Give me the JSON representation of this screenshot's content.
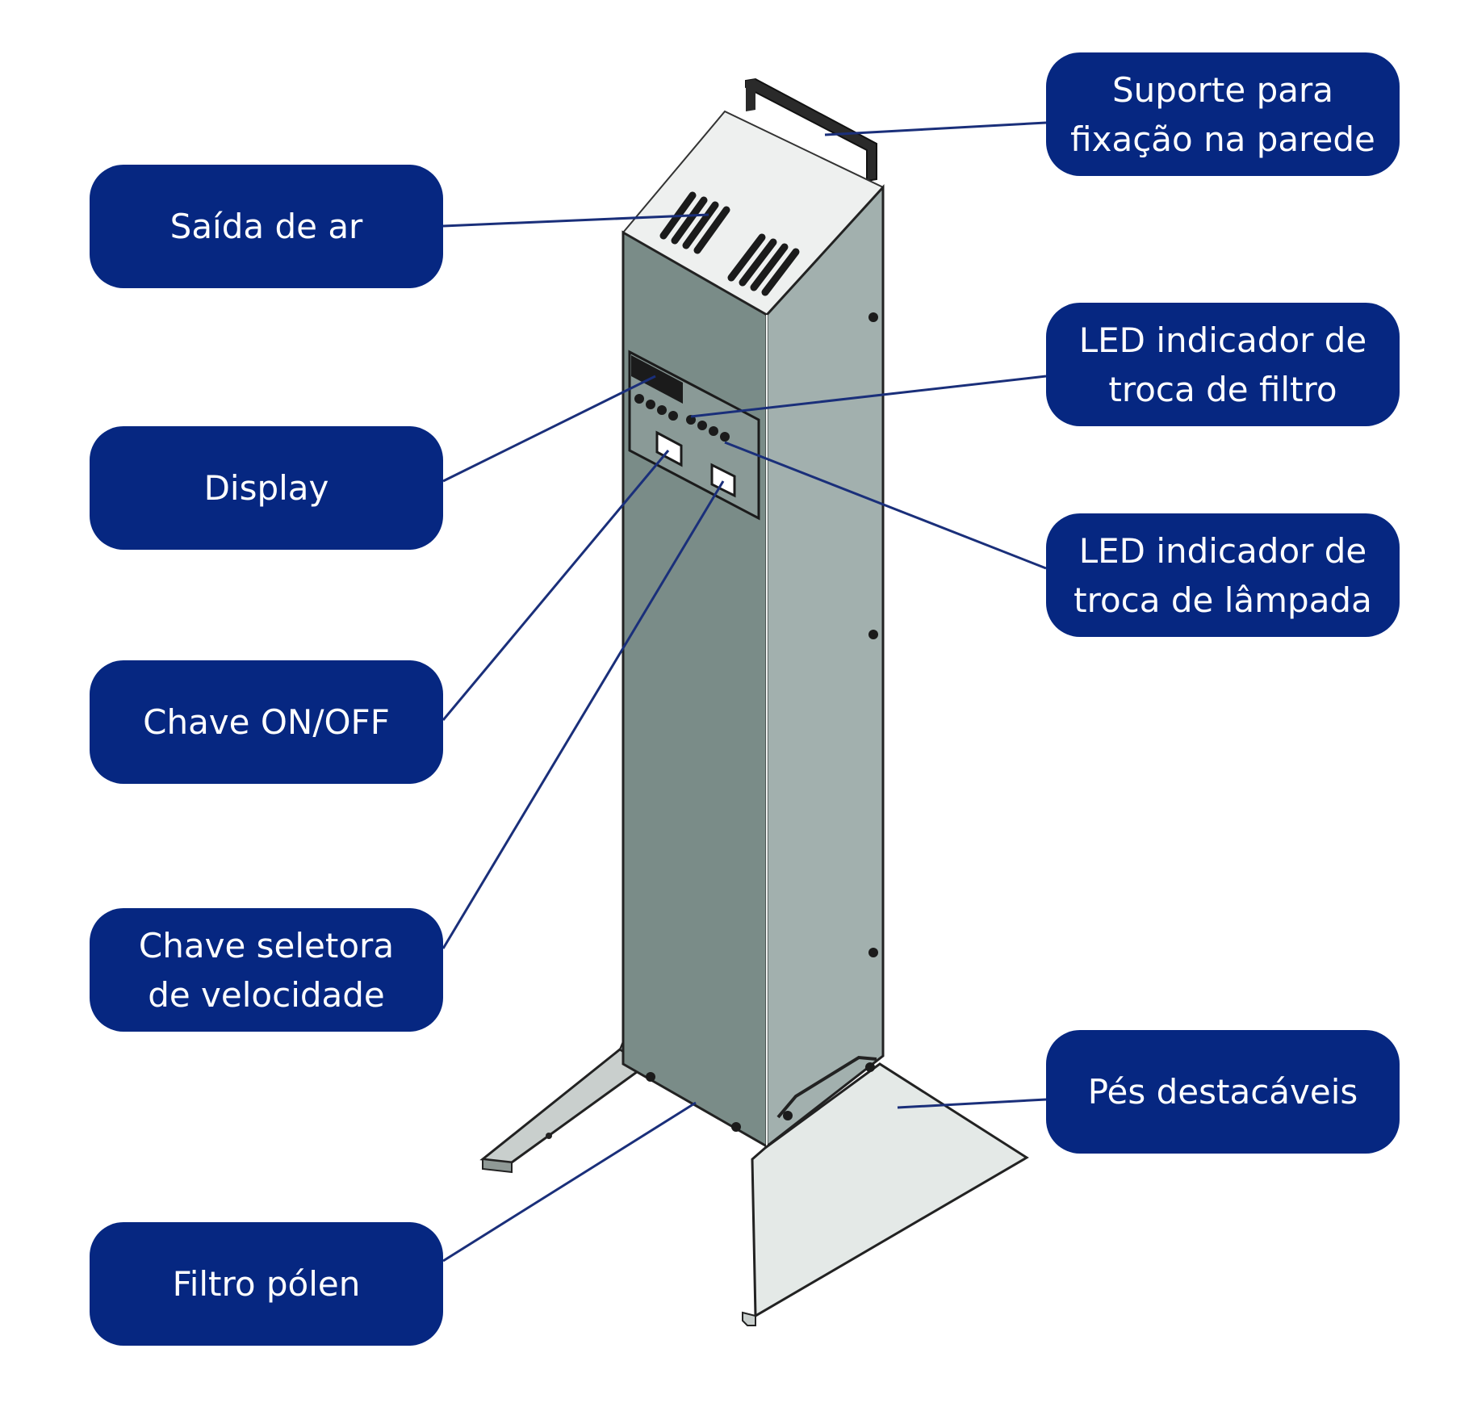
{
  "colors": {
    "callout_bg": "#062781",
    "callout_text": "#ffffff",
    "leader_line": "#1a2f7a",
    "device_front": "#7a8c88",
    "device_side": "#a2b0ae",
    "device_top": "#eef0ef"
  },
  "callouts": {
    "saida_de_ar": {
      "line1": "Saída de ar"
    },
    "display": {
      "line1": "Display"
    },
    "chave_on_off": {
      "line1": "Chave ON/OFF"
    },
    "chave_seletora": {
      "line1": "Chave seletora",
      "line2": "de velocidade"
    },
    "filtro_polen": {
      "line1": "Filtro pólen"
    },
    "suporte": {
      "line1": "Suporte para",
      "line2": "fixação na parede"
    },
    "led_filtro": {
      "line1": "LED indicador de",
      "line2": "troca de filtro"
    },
    "led_lampada": {
      "line1": "LED indicador de",
      "line2": "troca de lâmpada"
    },
    "pes": {
      "line1": "Pés destacáveis"
    }
  }
}
